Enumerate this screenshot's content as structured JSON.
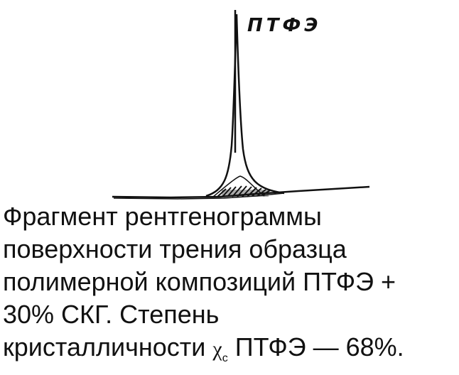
{
  "figure": {
    "peak_label": "ПТФЭ"
  },
  "caption": {
    "line1": "Фрагмент рентгенограммы",
    "line2": "поверхности трения образца",
    "line3": "полимерной композиций ПТФЭ +",
    "line4": "30% СКГ. Степень",
    "line5_pre": "кристалличности ",
    "chi_symbol": "χ",
    "chi_sub": "c",
    "line5_post": " ПТФЭ — 68%."
  },
  "colors": {
    "ink": "#111111",
    "background": "#ffffff"
  }
}
